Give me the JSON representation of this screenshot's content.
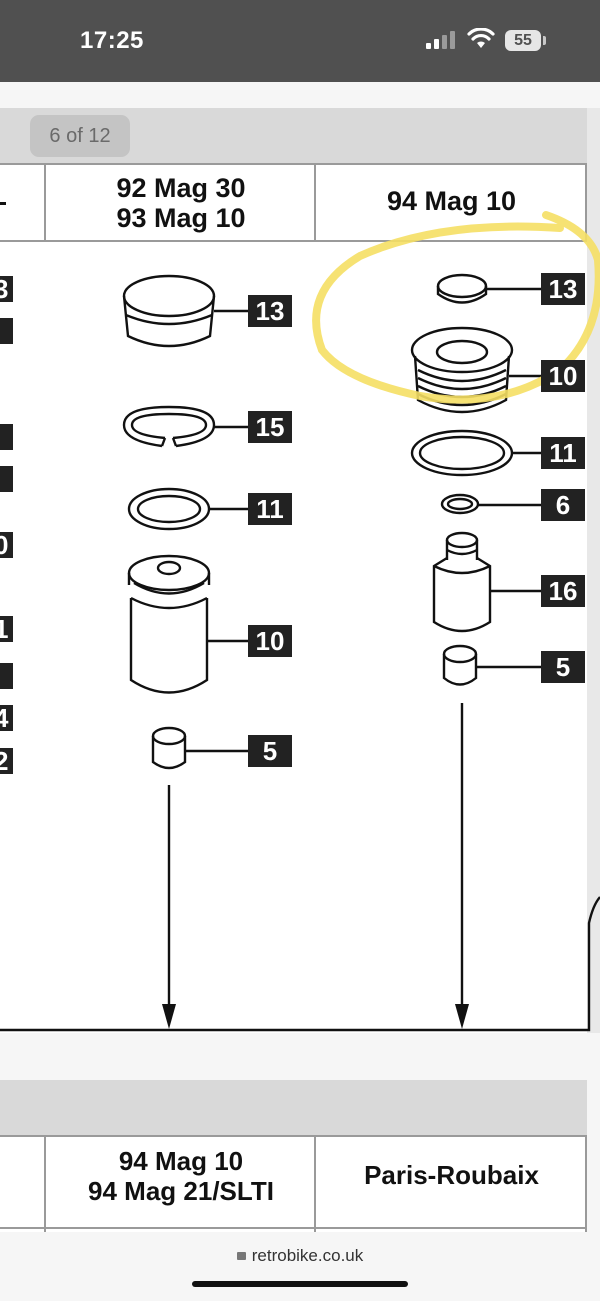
{
  "status_bar": {
    "time": "17:25",
    "battery": "55"
  },
  "viewer": {
    "page_counter": "6 of 12"
  },
  "page1": {
    "columns": [
      {
        "line1": "92 Mag 30",
        "line2": "93 Mag 10"
      },
      {
        "line1": "94 Mag 10"
      }
    ],
    "left_edge_labels": [
      "3",
      "1",
      "4",
      "2"
    ],
    "left_column_labels": [
      "13",
      "15",
      "11",
      "10",
      "5"
    ],
    "right_column_labels": [
      "13",
      "10",
      "11",
      "6",
      "16",
      "5"
    ],
    "highlight_color": "#f5df64"
  },
  "page2": {
    "columns": [
      {
        "line1": "94 Mag 10",
        "line2": "94 Mag 21/SLTI"
      },
      {
        "line1": "Paris-Roubaix"
      }
    ]
  },
  "url_bar": {
    "domain": "retrobike.co.uk"
  }
}
